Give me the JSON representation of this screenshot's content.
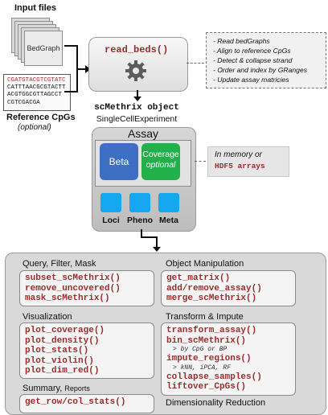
{
  "input_files": {
    "title": "Input files",
    "file_label": "BedGraph"
  },
  "reference": {
    "sequence_lines": [
      "CGATGTACGTCGTATC",
      "CATTTAACGCGTACTT",
      "ACGTGGCGTTAGCCT",
      "CGTCGACGA"
    ],
    "title": "Reference CpGs",
    "note": "(optional)"
  },
  "read_beds": {
    "label": "read_beds()",
    "icon": "gear-icon"
  },
  "steps": [
    "- Read bedGraphs",
    "- Align to reference CpGs",
    "- Detect & collapse strand",
    "- Order and index by GRanges",
    "- Update assay matricies"
  ],
  "object": {
    "name": "scMethrix object",
    "class": "SingleCellExperiment"
  },
  "assay": {
    "title": "Assay",
    "beta": "Beta",
    "coverage": "Coverage",
    "coverage_note": "optional",
    "storage_line1": "In memory or",
    "storage_line2": "HDF5 arrays",
    "dims": [
      "Loci",
      "Pheno",
      "Meta"
    ]
  },
  "sections": {
    "query": {
      "title": "Query, Filter, Mask",
      "functions": [
        "subset_scMethrix()",
        "remove_uncovered()",
        "mask_scMethrix()"
      ]
    },
    "visualization": {
      "title": "Visualization",
      "functions": [
        "plot_coverage()",
        "plot_density()",
        "plot_stats()",
        "plot_violin()",
        "plot_dim_red()"
      ]
    },
    "summary": {
      "title": "Summary,",
      "title_small": "Reports",
      "functions": [
        "get_row/col_stats()"
      ]
    },
    "object_manipulation": {
      "title": "Object Manipulation",
      "functions": [
        "get_matrix()",
        "add/remove_assay()",
        "merge_scMethrix()"
      ]
    },
    "transform": {
      "title": "Transform & Impute",
      "functions": [
        "transform_assay()",
        "bin_scMethrix()"
      ],
      "note1": "> by CpG or BP",
      "functions2": [
        "impute_regions()"
      ],
      "note2": "> kNN, iPCA, RF",
      "functions3": [
        "collapse_samples()",
        "liftover_CpGs()"
      ]
    },
    "dim_reduction": {
      "title": "Dimensionality Reduction"
    }
  },
  "colors": {
    "beta": "#3d6fc4",
    "coverage": "#22b04b",
    "dims": "#15a8f0",
    "function_text": "#9b2d2d"
  }
}
